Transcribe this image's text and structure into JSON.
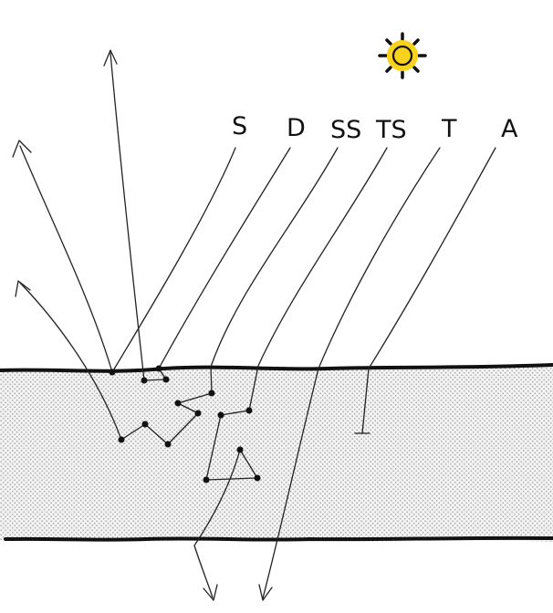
{
  "labels": {
    "specular": "S",
    "diffuse": "D",
    "subsurface": "SS",
    "translucent_subsurface": "TS",
    "transmission": "T",
    "absorption": "A"
  },
  "icons": {
    "light_source": "sun-icon"
  },
  "colors": {
    "sun_fill": "#f8d21c",
    "sun_stroke": "#111111",
    "material_fill": "#f2f2f2",
    "material_dots": "#9a9a9a",
    "line": "#222222"
  }
}
